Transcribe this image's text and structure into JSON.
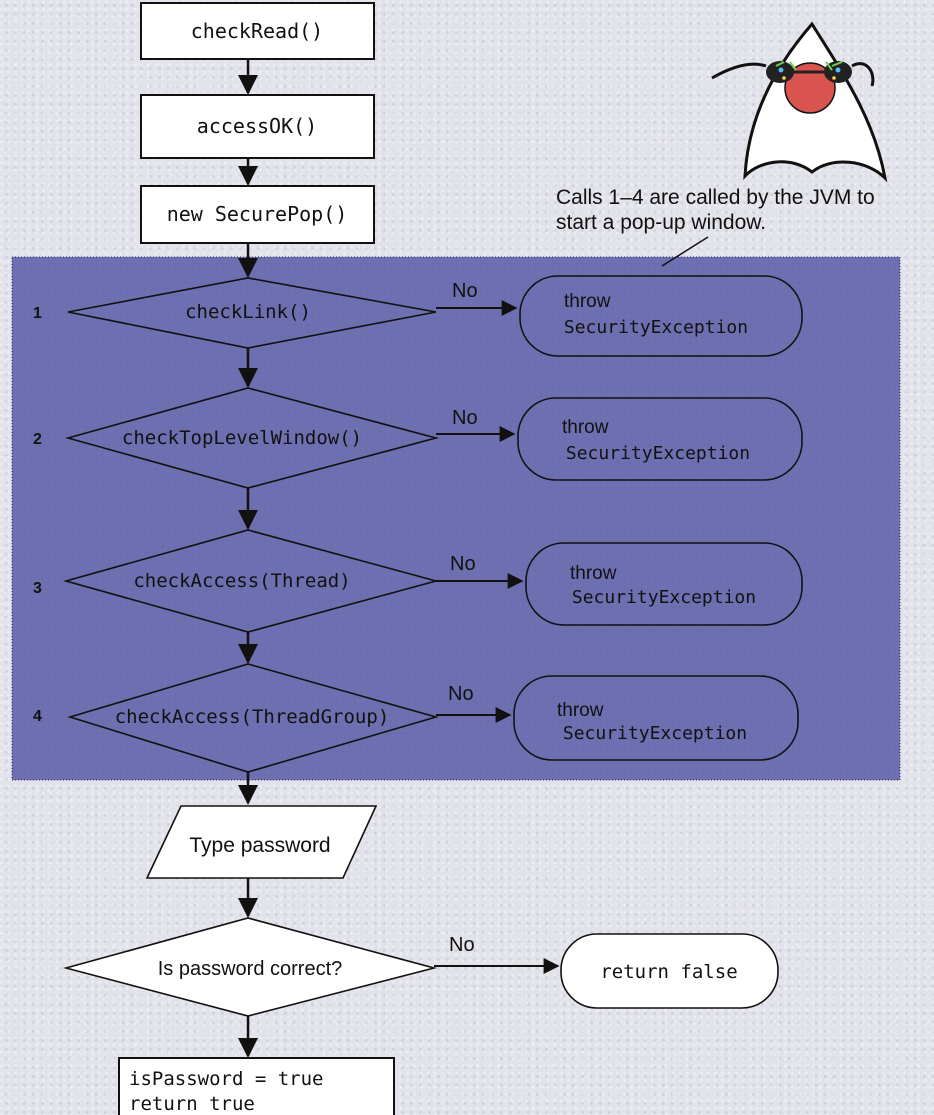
{
  "steps": {
    "check_read": "checkRead()",
    "access_ok": "accessOK()",
    "new_secure_pop": "new SecurePop()"
  },
  "callout": {
    "line1": "Calls 1–4 are called by the JVM to",
    "line2": "start a pop-up window."
  },
  "checks": [
    {
      "number": "1",
      "label": "checkLink()",
      "branch": "No",
      "throw_word": "throw",
      "exception": "SecurityException"
    },
    {
      "number": "2",
      "label": "checkTopLevelWindow()",
      "branch": "No",
      "throw_word": "throw",
      "exception": "SecurityException"
    },
    {
      "number": "3",
      "label": "checkAccess(Thread)",
      "branch": "No",
      "throw_word": "throw",
      "exception": "SecurityException"
    },
    {
      "number": "4",
      "label": "checkAccess(ThreadGroup)",
      "branch": "No",
      "throw_word": "throw",
      "exception": "SecurityException"
    }
  ],
  "type_password": "Type password",
  "password_check": {
    "question": "Is password correct?",
    "branch": "No",
    "result": "return false"
  },
  "final_box": {
    "line1": "isPassword = true",
    "line2": "return true"
  },
  "colors": {
    "panel": "#6e6fb0",
    "background": "#e2e3ea",
    "stroke": "#111111"
  },
  "mascot": "java-duke-mascot-icon"
}
